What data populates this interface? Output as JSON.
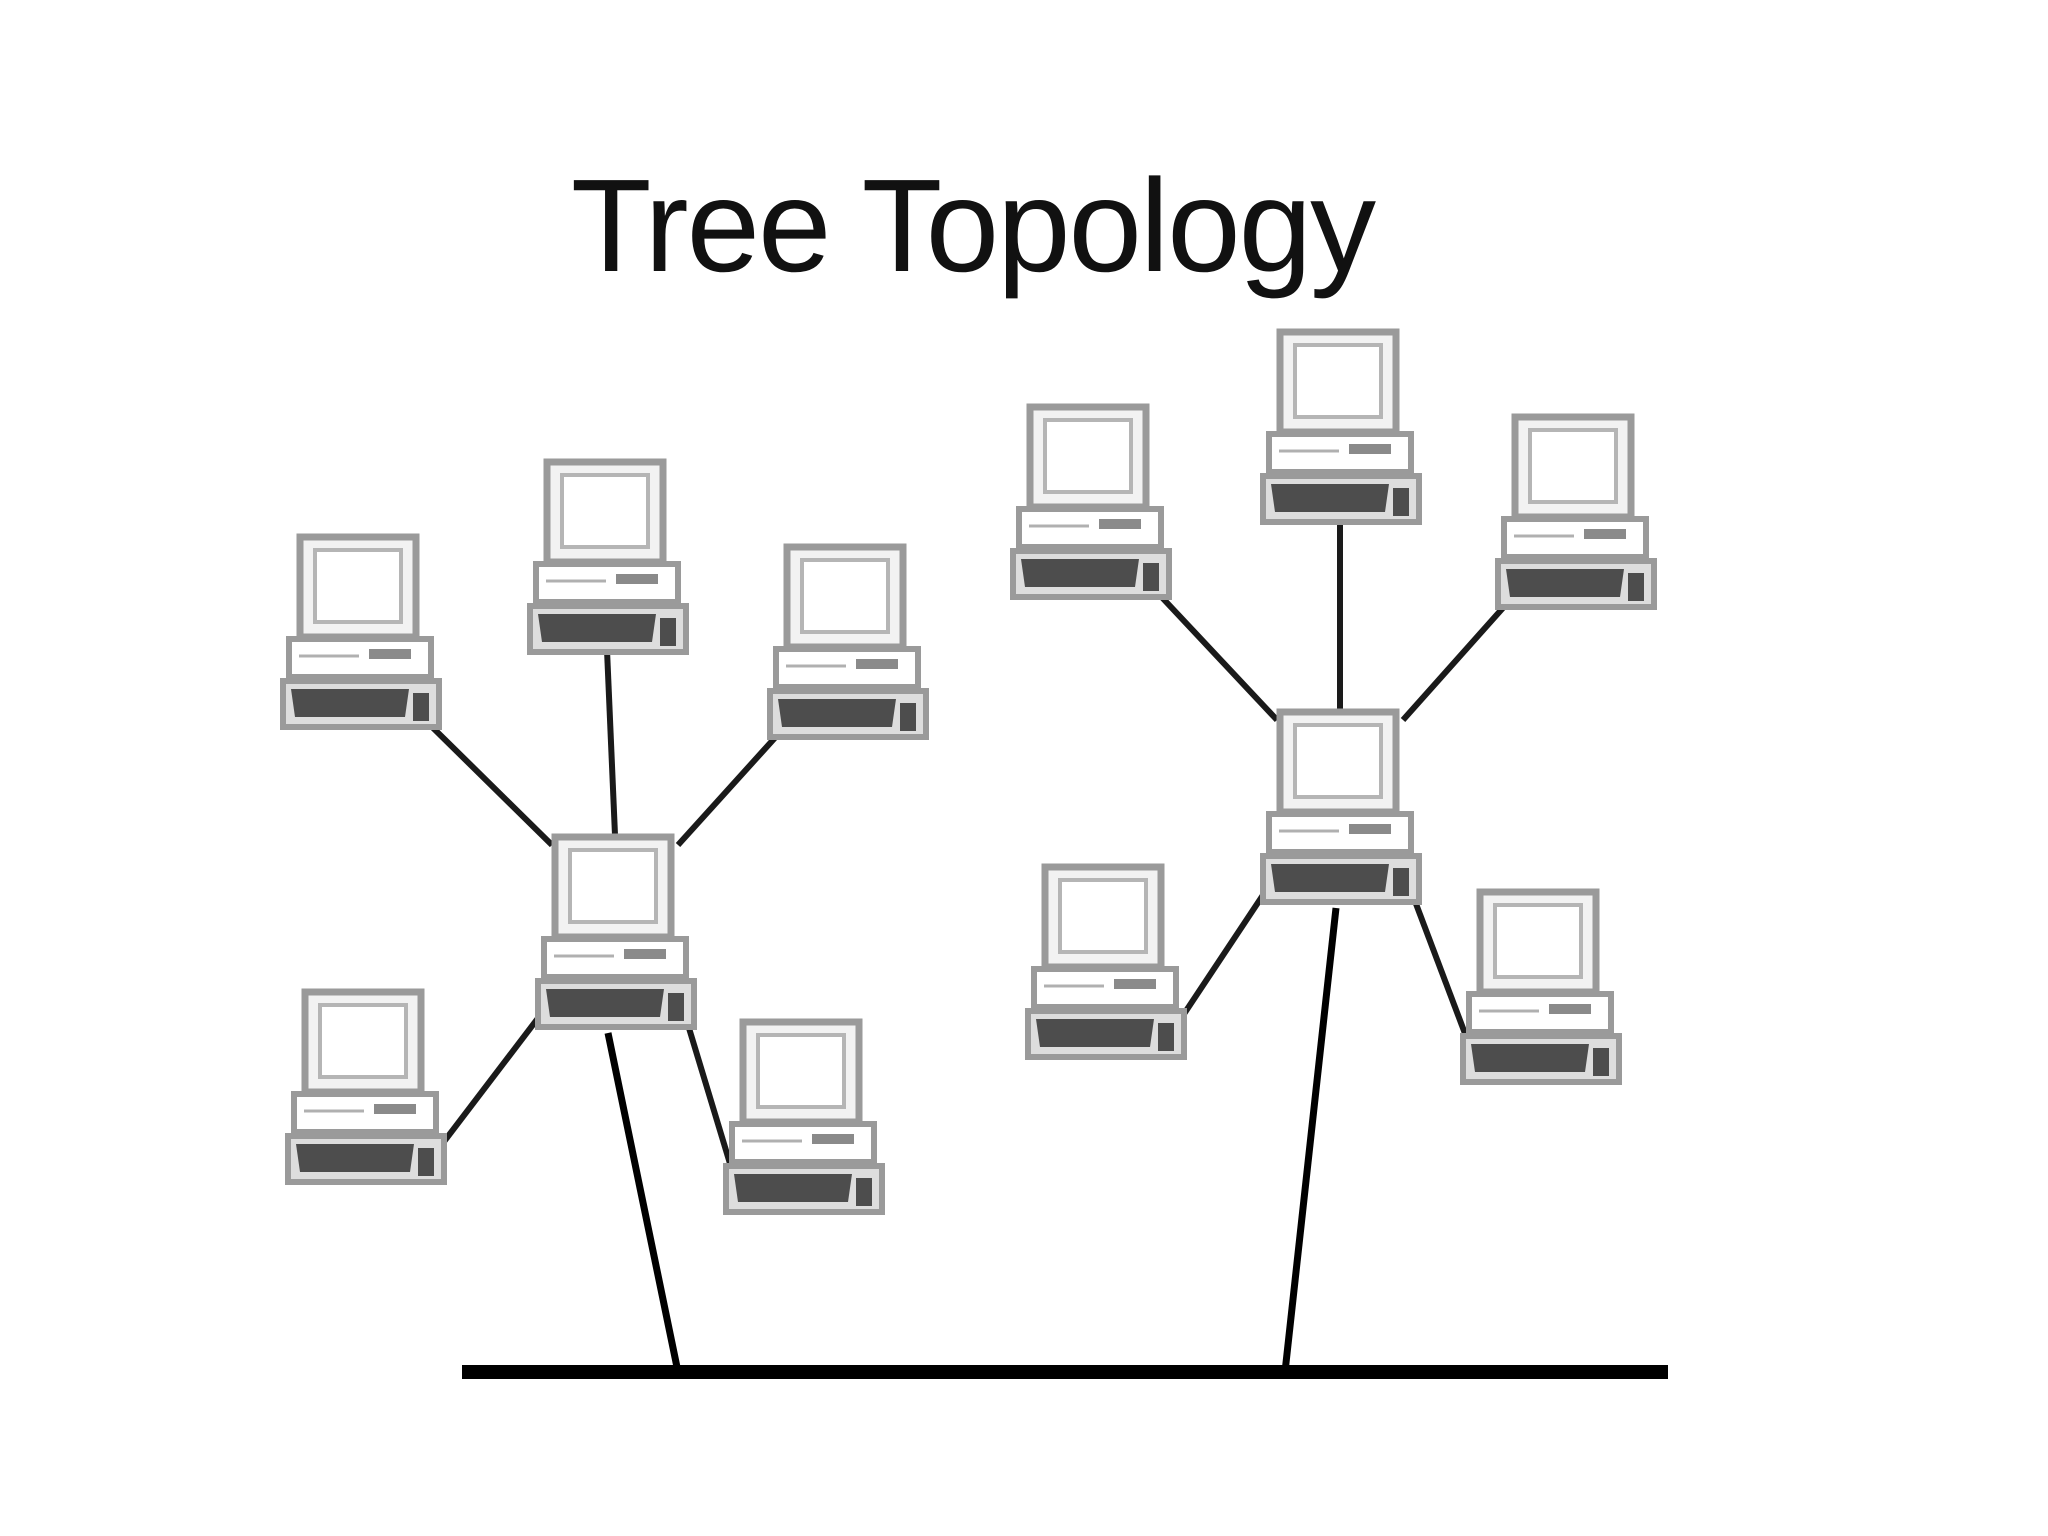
{
  "title": "Tree Topology",
  "colors": {
    "link": "#1a1a1a",
    "backbone": "#000000",
    "computer_frame": "#9a9a9a",
    "computer_fill": "#ffffff",
    "keyboard": "#4d4d4d"
  },
  "icons": {
    "computer": "desktop-computer-icon",
    "hub": "hub-computer-icon"
  },
  "backbone": {
    "name": "network-backbone"
  },
  "groups": [
    {
      "name": "left-star",
      "hub": "hub-left",
      "nodes": [
        "pc-left-1",
        "pc-left-2",
        "pc-left-3",
        "pc-left-4",
        "pc-left-5"
      ]
    },
    {
      "name": "right-star",
      "hub": "hub-right",
      "nodes": [
        "pc-right-1",
        "pc-right-2",
        "pc-right-3",
        "pc-right-4",
        "pc-right-5"
      ]
    }
  ]
}
